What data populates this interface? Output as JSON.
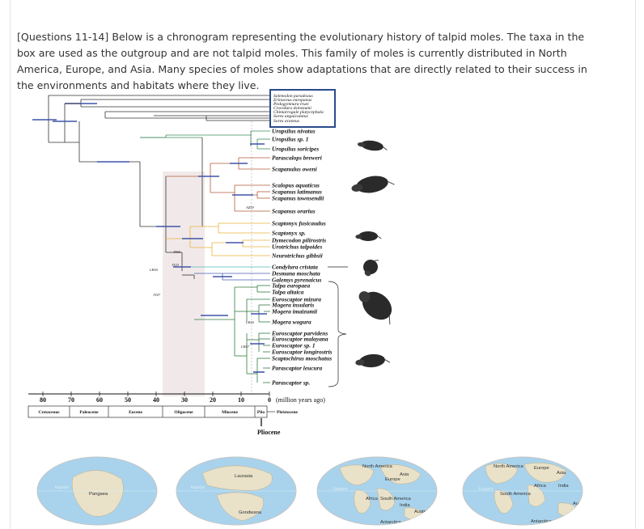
{
  "question_text": "[Questions 11-14] Below is a chronogram representing the evolutionary history of talpid moles. The taxa in the box are used as the outgroup and are not talpid moles. This family of moles is currently distributed in North America, Europe, and Asia. Many species of moles show adaptations that are directly related to their success in the environments and habitats where they live.",
  "outgroup_taxa": [
    "Solenodon paradoxus",
    "Erinaceus europaeus",
    "Podogymnura truei",
    "Crocidura dsinezumi",
    "Chimarrogale platycephala",
    "Sorex unguiculatus",
    "Sorex araneus"
  ],
  "talpid_taxa": [
    "Uropsilus nivatus",
    "Uropsilus sp. 1",
    "Uropsilus soricipes",
    "Parascalops breweri",
    "Scapanulus oweni",
    "Scalopus aquaticus",
    "Scapanus latimanus",
    "Scapanus townsendii",
    "Scapanus orarius",
    "Scaptonyx fusicaudus",
    "Scaptonyx sp.",
    "Dymecodon pilirostris",
    "Urotrichus talpoides",
    "Neurotrichus gibbsii",
    "Condylura cristata",
    "Desmana moschata",
    "Galemys pyrenaicus",
    "Talpa europaea",
    "Talpa altaica",
    "Euroscaptor mizura",
    "Mogera insularis",
    "Mogera imaizumii",
    "Mogera wogura",
    "Euroscaptor parvidens",
    "Euroscaptor malayana",
    "Euroscaptor sp. 1",
    "Euroscaptor longirostris",
    "Scaptochirus moschatus",
    "Parascaptor leucura",
    "Parascaptor sp."
  ],
  "node_labels": [
    "AZ59",
    "JY65",
    "JY23",
    "LK65",
    "JY47",
    "LK65",
    "LK67"
  ],
  "axis": {
    "ticks": [
      "80",
      "70",
      "60",
      "50",
      "40",
      "30",
      "20",
      "10",
      "0"
    ],
    "unit": "(million years ago)"
  },
  "epochs": [
    "Cretaceous",
    "Paleocene",
    "Eocene",
    "Oligocene",
    "Miocene",
    "Plio",
    "Pleistocene"
  ],
  "pliocene_label": "Pliocene",
  "maps": [
    {
      "labels": [
        "Equator",
        "Pangaea"
      ]
    },
    {
      "labels": [
        "Equator",
        "Laurasia",
        "Gondwana"
      ]
    },
    {
      "labels": [
        "Equator",
        "North America",
        "Europe",
        "Asia",
        "Africa",
        "South America",
        "India",
        "Australia",
        "Antarctica"
      ]
    },
    {
      "labels": [
        "Equator",
        "North America",
        "Europe",
        "Asia",
        "Africa",
        "India",
        "South America",
        "Australia",
        "Antarctica"
      ]
    }
  ],
  "colors": {
    "outgroup_box": "#2a4a8a",
    "node_bar": "#3f54a8",
    "clade_uropsilus": "#3c8c5a",
    "clade_scalopini": "#b35a3a",
    "clade_urotrichini": "#e8b23a",
    "clade_condylura": "#4cb8b0",
    "clade_desmanini": "#4a5fb0",
    "clade_talpini": "#2f7a3e",
    "highlight_band": "#f1e9e9",
    "ocean": "#a9d3ec",
    "land": "#e9e1c8"
  }
}
